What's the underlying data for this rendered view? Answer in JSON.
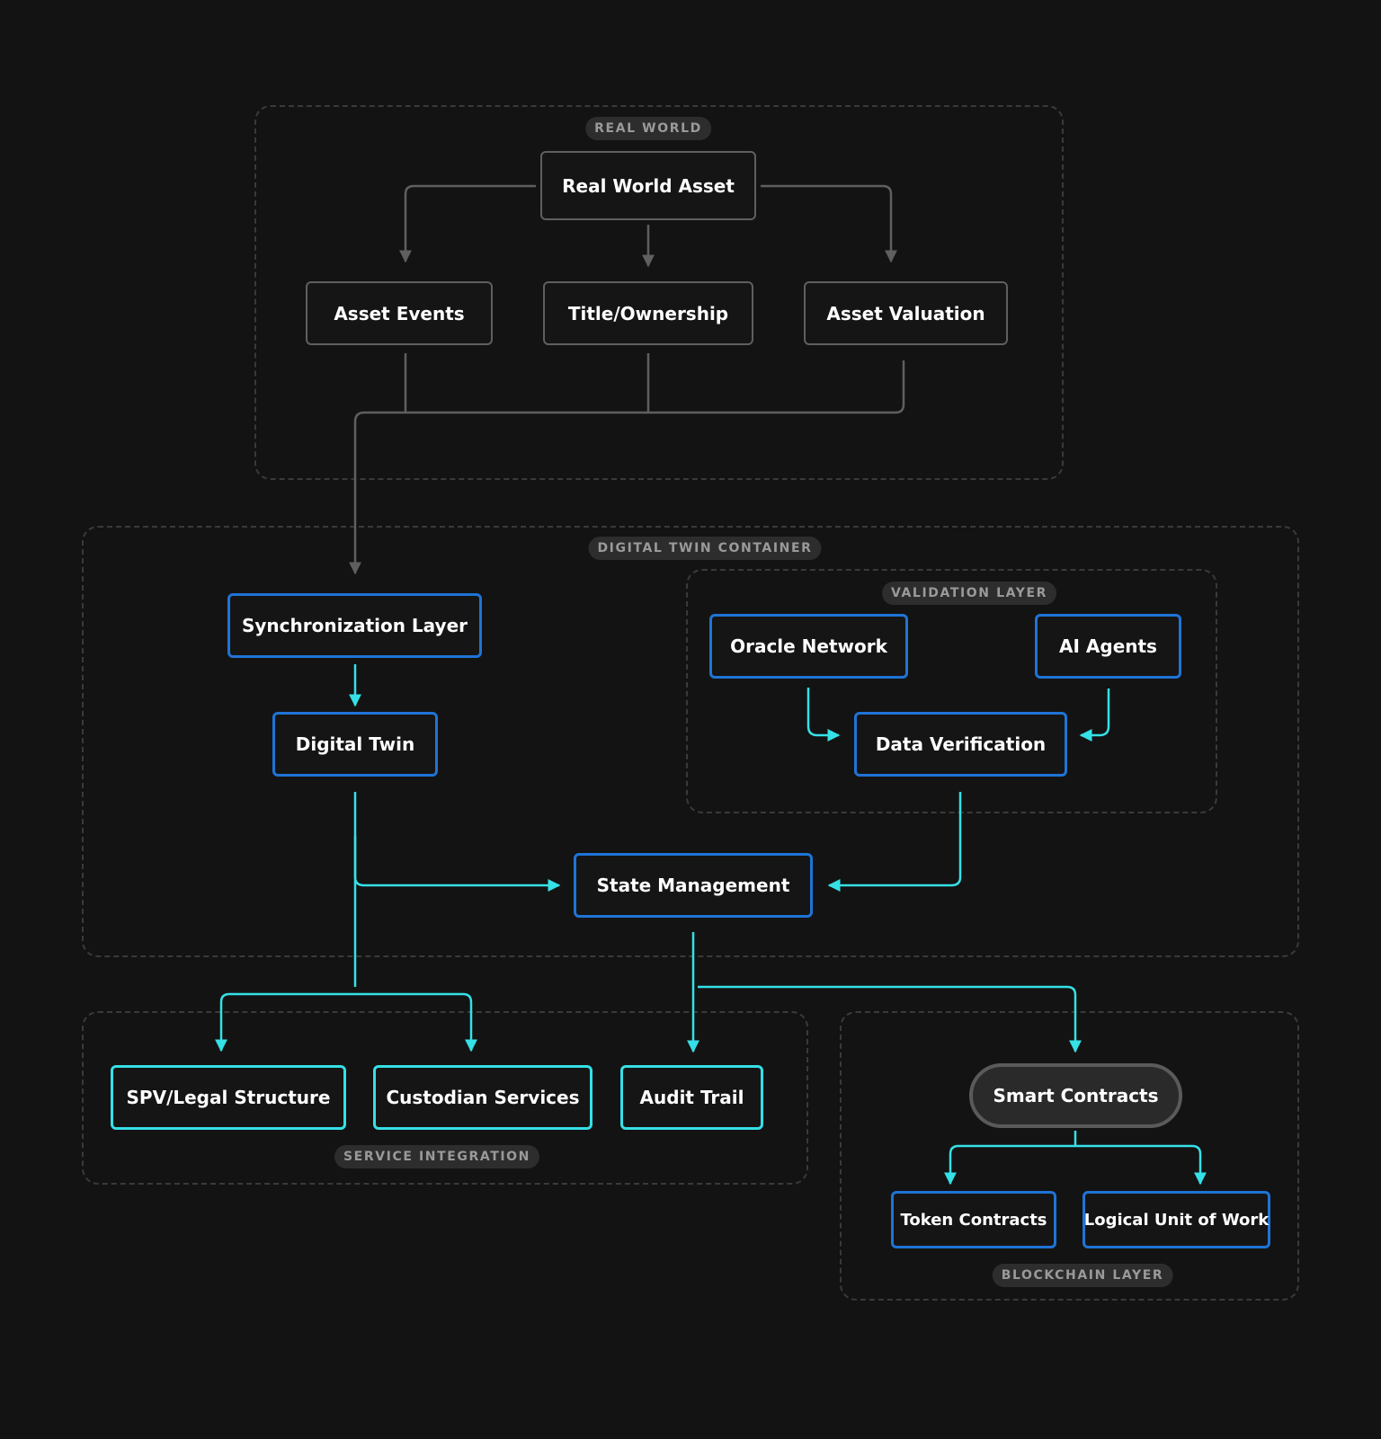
{
  "groups": {
    "real_world": "REAL WORLD",
    "digital_twin_container": "DIGITAL TWIN CONTAINER",
    "validation_layer": "VALIDATION LAYER",
    "service_integration": "SERVICE INTEGRATION",
    "blockchain_layer": "BLOCKCHAIN LAYER"
  },
  "nodes": {
    "real_world_asset": "Real World Asset",
    "asset_events": "Asset Events",
    "title_ownership": "Title/Ownership",
    "asset_valuation": "Asset Valuation",
    "synchronization_layer": "Synchronization Layer",
    "digital_twin": "Digital Twin",
    "oracle_network": "Oracle Network",
    "ai_agents": "AI Agents",
    "data_verification": "Data Verification",
    "state_management": "State Management",
    "spv_legal_structure": "SPV/Legal Structure",
    "custodian_services": "Custodian Services",
    "audit_trail": "Audit Trail",
    "smart_contracts": "Smart Contracts",
    "token_contracts": "Token Contracts",
    "logical_unit_of_work": "Logical Unit of Work"
  },
  "colors": {
    "background": "#131313",
    "gray_line": "#5f5f5f",
    "teal_line": "#35e0e6",
    "blue_border": "#1f74d6",
    "group_border": "#3a3a3a"
  }
}
